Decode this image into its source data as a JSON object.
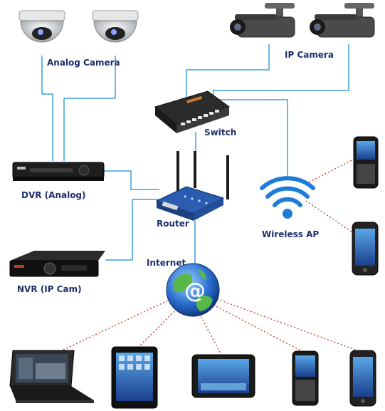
{
  "labels": {
    "analog_camera": "Analog Camera",
    "ip_camera": "IP Camera",
    "switch": "Switch",
    "dvr": "DVR (Analog)",
    "router": "Router",
    "wireless_ap": "Wireless AP",
    "internet": "Internet",
    "nvr": "NVR (IP Cam)"
  },
  "colors": {
    "wired_link": "#3aa0d8",
    "wireless_link": "#c0392b",
    "label_text": "#1f2f6b",
    "router_body": "#2a5db0",
    "wifi_signal": "#1e7bd8"
  },
  "icons": [
    "dome-camera-icon",
    "bullet-camera-icon",
    "switch-icon",
    "dvr-icon",
    "router-icon",
    "wifi-icon",
    "globe-icon",
    "nvr-icon",
    "smartphone-icon",
    "laptop-icon",
    "tablet-icon"
  ]
}
